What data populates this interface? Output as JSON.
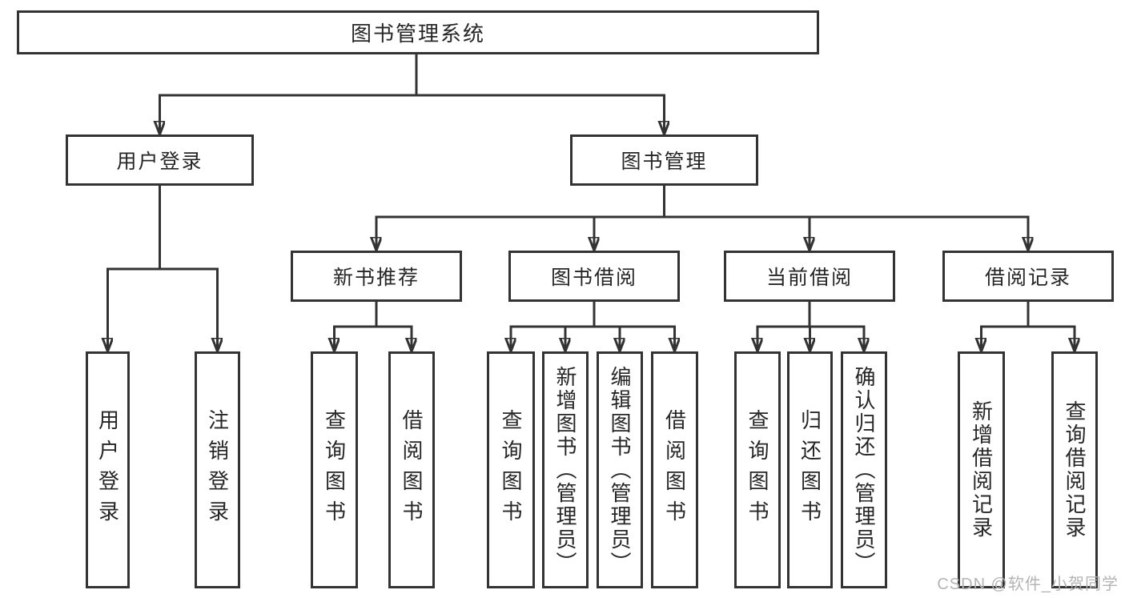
{
  "colors": {
    "line": "#333333",
    "text": "#262626",
    "box_bg": "#ffffff",
    "watermark": "#b4b4b4"
  },
  "watermark": "CSDN @软件_小贺同学",
  "tree": {
    "label": "图书管理系统",
    "children": [
      {
        "label": "用户登录",
        "children": [
          {
            "label": "用户登录"
          },
          {
            "label": "注销登录"
          }
        ]
      },
      {
        "label": "图书管理",
        "children": [
          {
            "label": "新书推荐",
            "children": [
              {
                "label": "查询图书"
              },
              {
                "label": "借阅图书"
              }
            ]
          },
          {
            "label": "图书借阅",
            "children": [
              {
                "label": "查询图书"
              },
              {
                "label": "新增图书（管理员）"
              },
              {
                "label": "编辑图书（管理员）"
              },
              {
                "label": "借阅图书"
              }
            ]
          },
          {
            "label": "当前借阅",
            "children": [
              {
                "label": "查询图书"
              },
              {
                "label": "归还图书"
              },
              {
                "label": "确认归还（管理员）"
              }
            ]
          },
          {
            "label": "借阅记录",
            "children": [
              {
                "label": "新增借阅记录"
              },
              {
                "label": "查询借阅记录"
              }
            ]
          }
        ]
      }
    ]
  }
}
